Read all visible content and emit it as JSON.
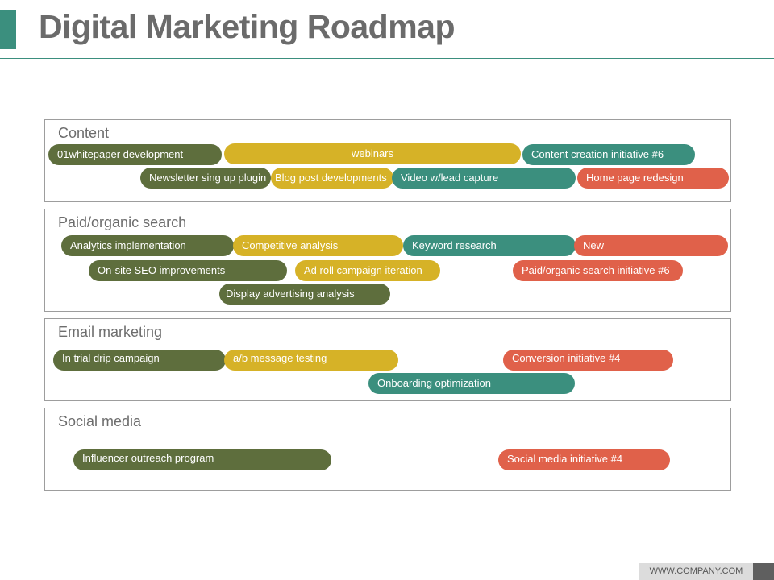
{
  "page": {
    "title": "Digital Marketing Roadmap",
    "footer": "WWW.COMPANY.COM"
  },
  "colors": {
    "olive": "#5e6e3d",
    "gold": "#d6b227",
    "teal": "#3b8f7e",
    "red": "#e0614a"
  },
  "lanes": [
    {
      "title": "Content",
      "items": [
        "01whitepaper development",
        "webinars",
        "Content creation initiative #6",
        "Newsletter sing up plugin",
        "Blog post developments",
        "Video w/lead capture",
        "Home page redesign"
      ]
    },
    {
      "title": "Paid/organic search",
      "items": [
        "Analytics implementation",
        "Competitive analysis",
        "Keyword research",
        "New",
        "On-site SEO improvements",
        "Ad roll campaign iteration",
        "Paid/organic search initiative #6",
        "Display advertising analysis"
      ]
    },
    {
      "title": "Email marketing",
      "items": [
        "In trial drip campaign",
        "a/b message testing",
        "Conversion initiative #4",
        "Onboarding optimization"
      ]
    },
    {
      "title": "Social media",
      "items": [
        "Influencer outreach program",
        "Social media initiative #4"
      ]
    }
  ]
}
